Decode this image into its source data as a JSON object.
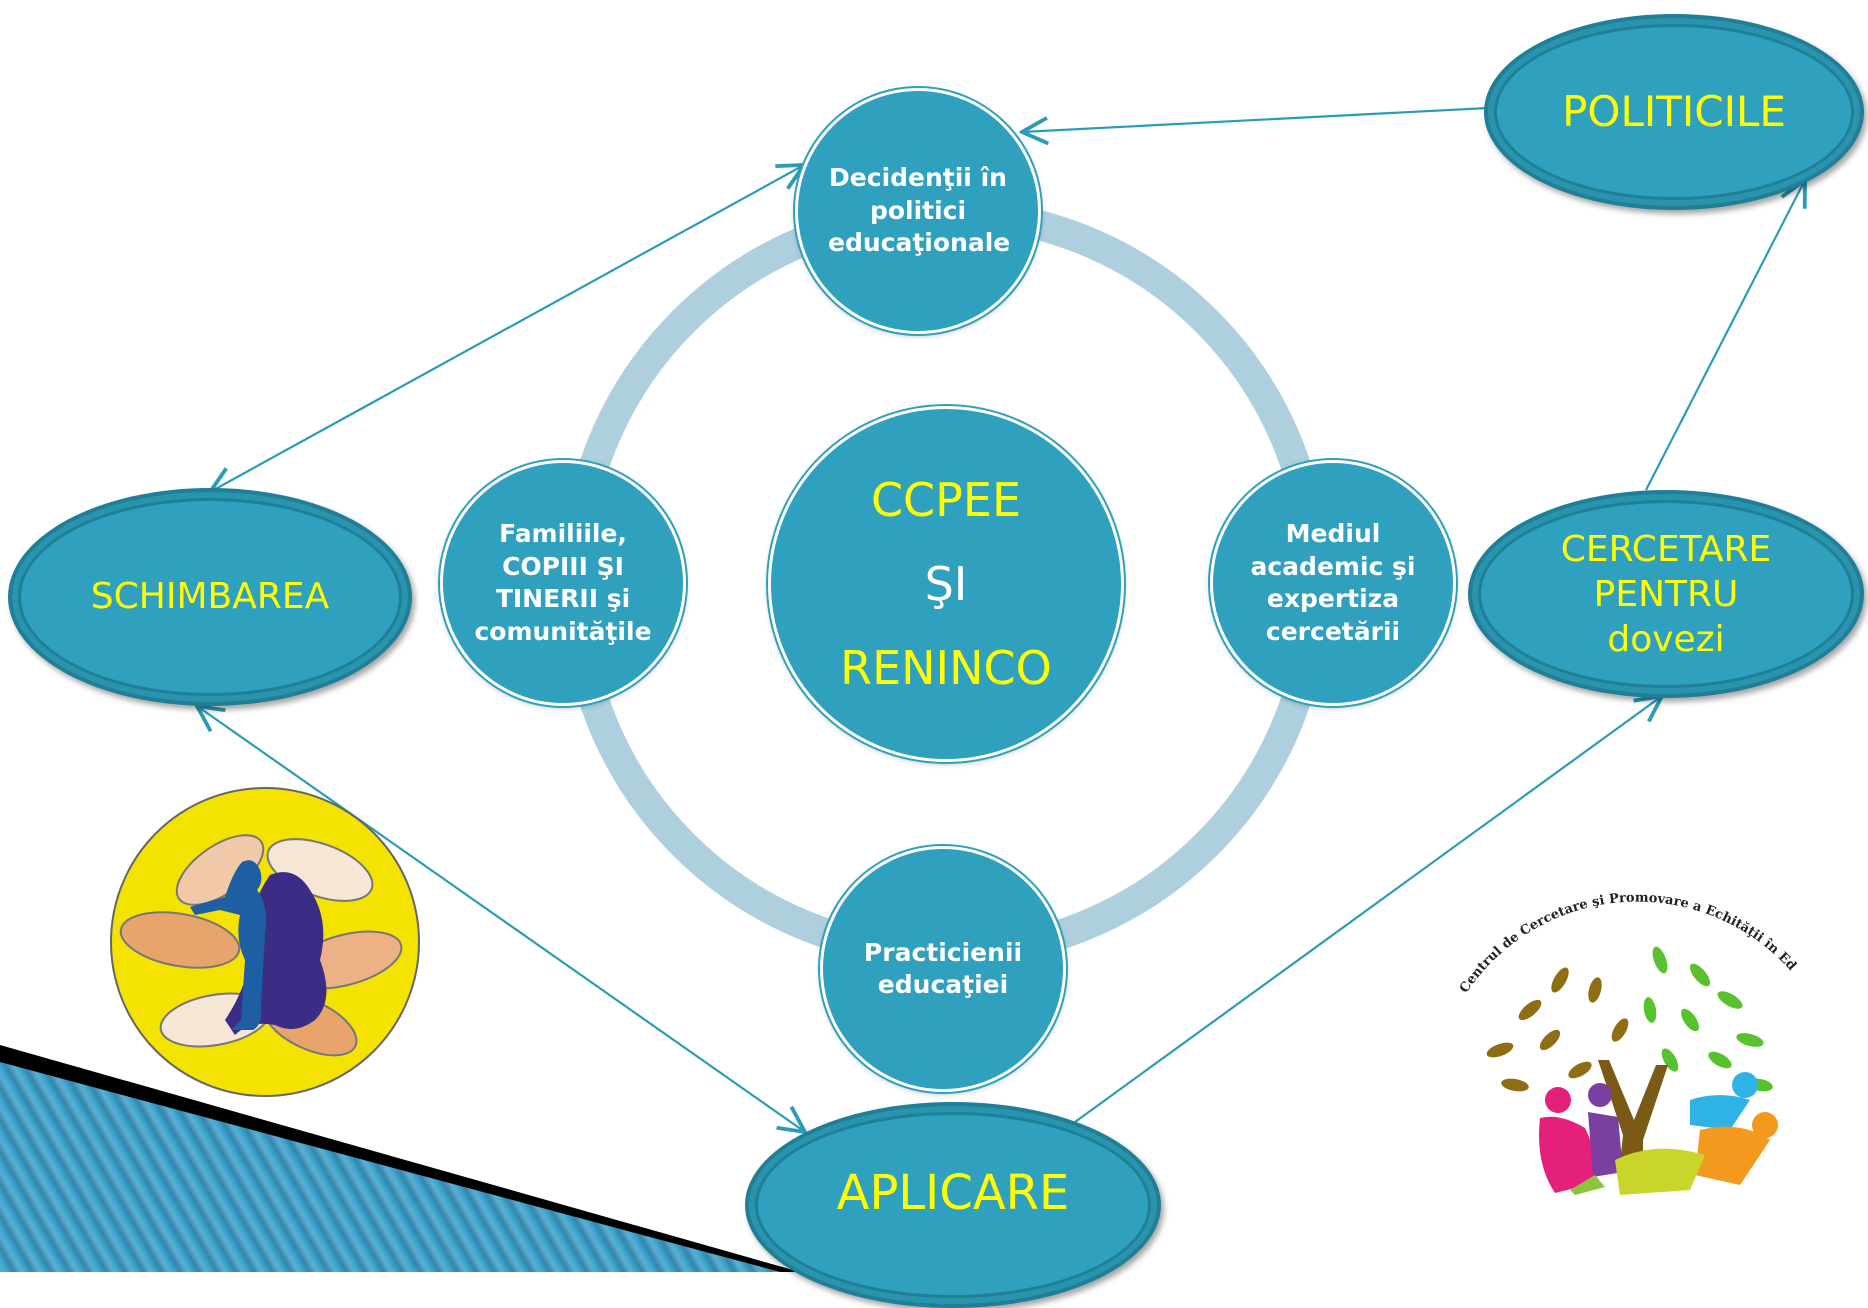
{
  "colors": {
    "node_fill": "#2fa0bd",
    "node_border": "#1f7f97",
    "ring": "#aecfdd",
    "arrow": "#2a9cb8",
    "highlight_text": "#ffff00",
    "body_text": "#ffffff"
  },
  "center": {
    "line1": "CCPEE",
    "line2": "ŞI",
    "line3": "RENINCO"
  },
  "ring_nodes": {
    "top": "Decidenţii în politici educaţionale",
    "right": "Mediul academic şi expertiza cercetării",
    "bottom": "Practicienii educaţiei",
    "left": "Familiile, COPIII ŞI TINERII  şi comunităţile"
  },
  "outer_nodes": {
    "politicile": "POLITICILE",
    "cercetare": "CERCETARE PENTRU dovezi",
    "aplicare": "APLICARE",
    "schimbarea": "SCHIMBAREA"
  },
  "logo": {
    "text": "Centrul de Cercetare şi Promovare a Echităţii în Educaţie"
  },
  "icons": {
    "hands": "hands-circle-icon",
    "logo": "tree-people-logo-icon"
  }
}
